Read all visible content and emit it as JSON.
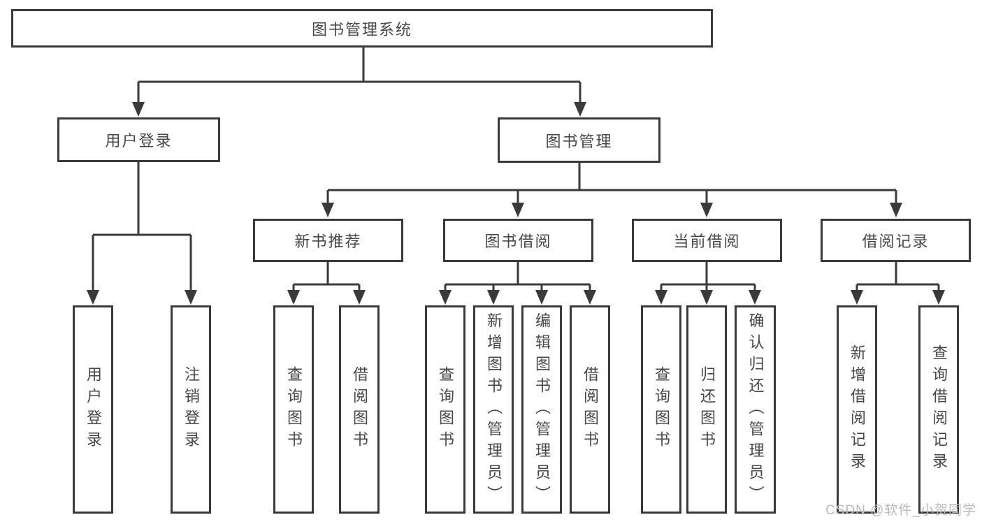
{
  "diagram": {
    "root": {
      "label": "图书管理系统"
    },
    "level2": {
      "user_login": {
        "label": "用户登录"
      },
      "book_management": {
        "label": "图书管理"
      }
    },
    "user_login_children": [
      {
        "label": "用户登录"
      },
      {
        "label": "注销登录"
      }
    ],
    "book_management_children": [
      {
        "label": "新书推荐"
      },
      {
        "label": "图书借阅"
      },
      {
        "label": "当前借阅"
      },
      {
        "label": "借阅记录"
      }
    ],
    "new_book_recommend_children": [
      {
        "label": "查询图书"
      },
      {
        "label": "借阅图书"
      }
    ],
    "book_borrow_children": [
      {
        "label": "查询图书"
      },
      {
        "label": "新增图书（管理员）"
      },
      {
        "label": "编辑图书（管理员）"
      },
      {
        "label": "借阅图书"
      }
    ],
    "current_borrow_children": [
      {
        "label": "查询图书"
      },
      {
        "label": "归还图书"
      },
      {
        "label": "确认归还（管理员）"
      }
    ],
    "borrow_record_children": [
      {
        "label": "新增借阅记录"
      },
      {
        "label": "查询借阅记录"
      }
    ]
  },
  "watermark": {
    "text": "CSDN @软件_小贺同学"
  },
  "colors": {
    "line": "#3a3a3a",
    "text": "#474747",
    "watermark": "#b9b9b9",
    "background": "#ffffff"
  }
}
